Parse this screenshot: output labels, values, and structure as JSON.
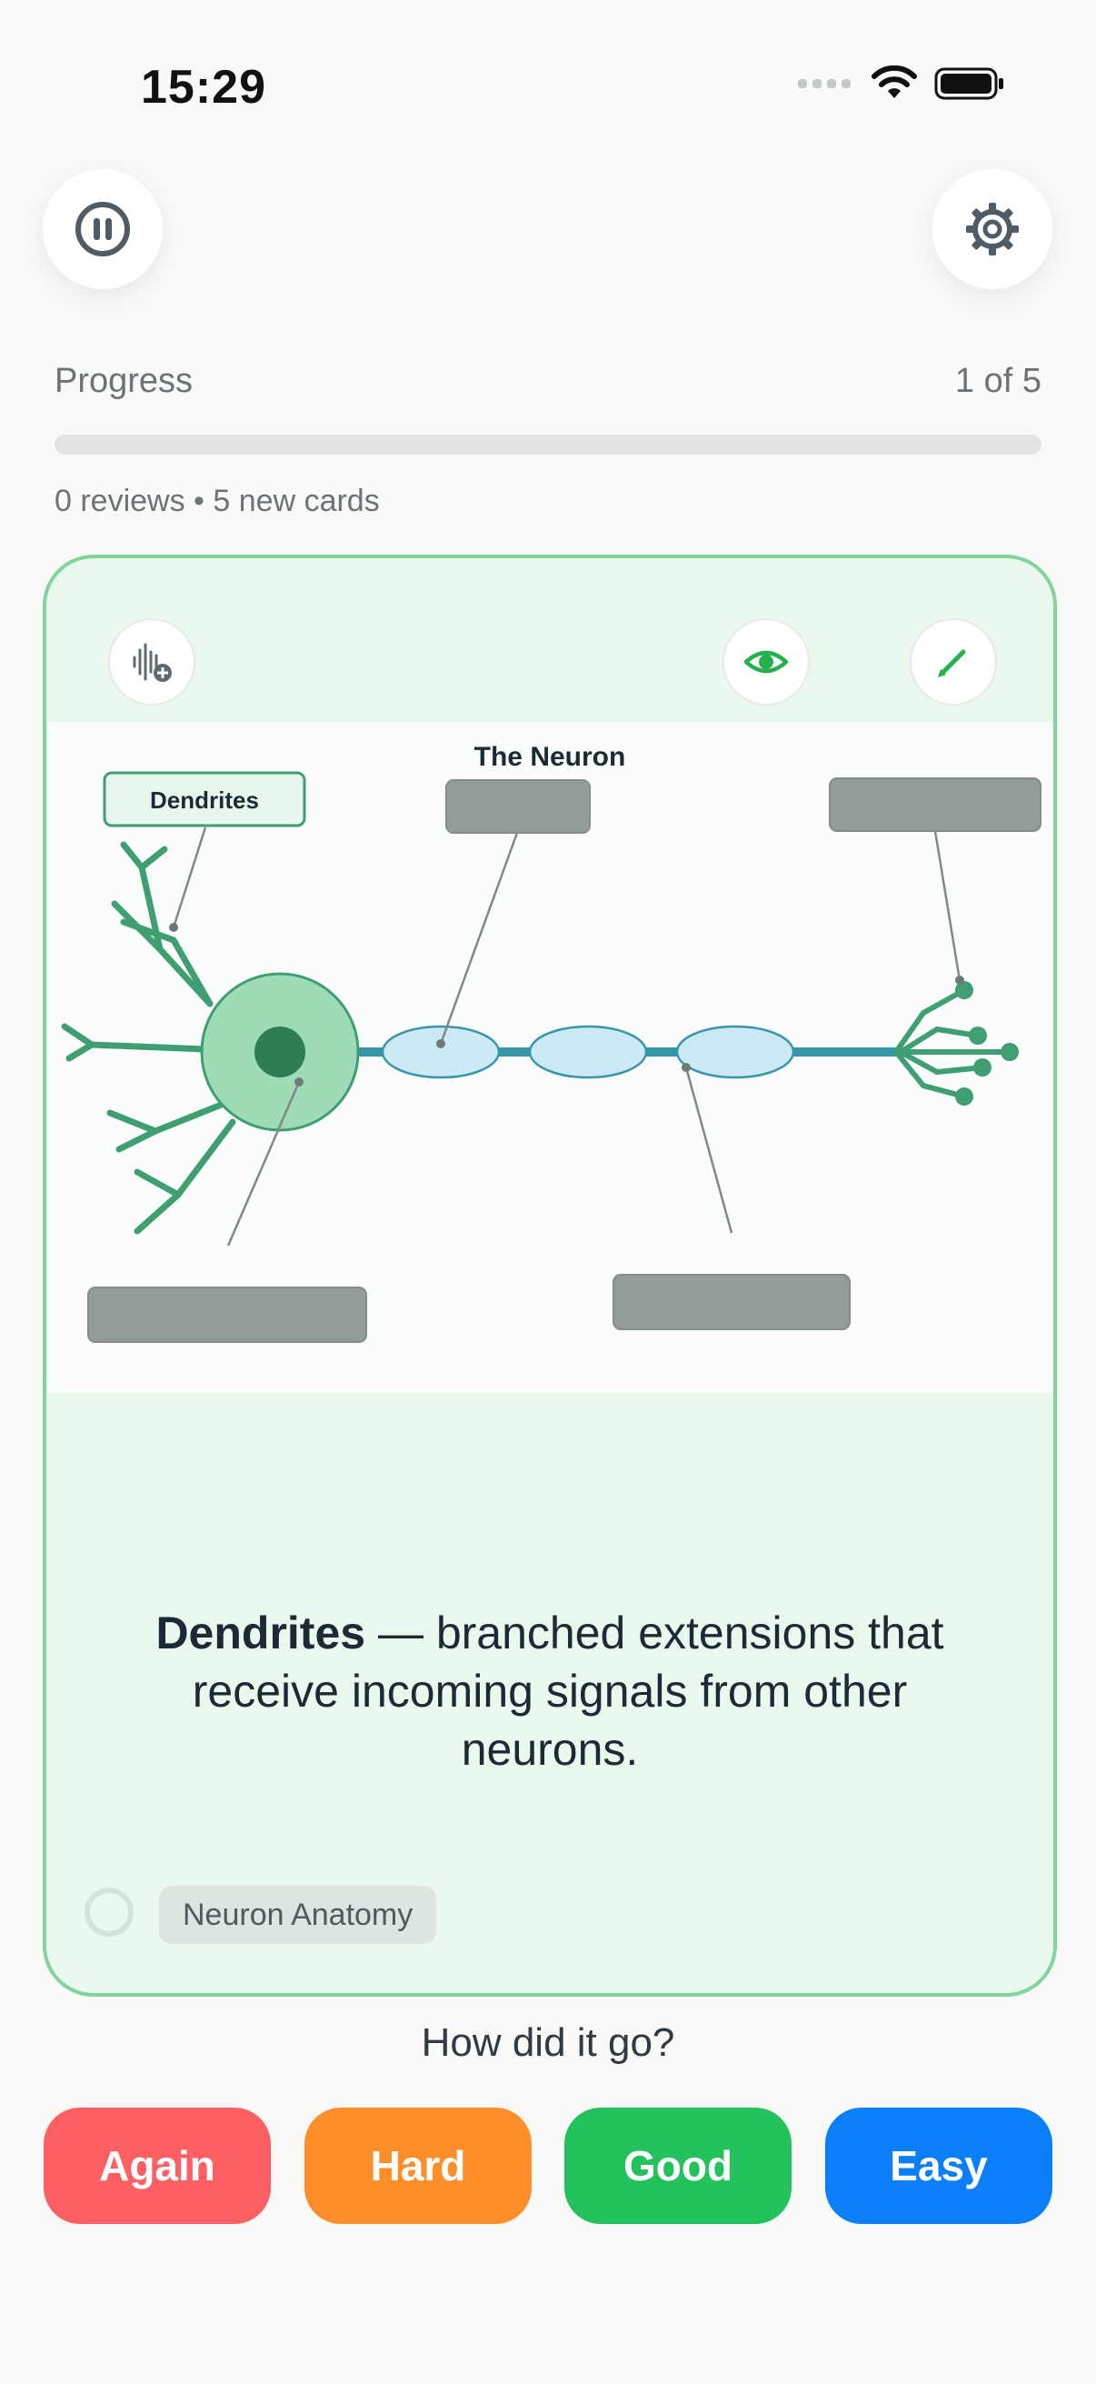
{
  "status_bar": {
    "time": "15:29"
  },
  "progress": {
    "label": "Progress",
    "count": "1 of 5",
    "fraction": 0,
    "stats": "0 reviews • 5 new cards"
  },
  "card": {
    "diagram": {
      "title": "The Neuron",
      "revealed_label": "Dendrites"
    },
    "answer": {
      "term": "Dendrites",
      "definition": " — branched extensions that receive incoming signals from other neurons."
    },
    "tag": "Neuron Anatomy"
  },
  "review": {
    "question": "How did it go?",
    "again_label": "Again",
    "hard_label": "Hard",
    "good_label": "Good",
    "easy_label": "Easy"
  },
  "colors": {
    "again": "#fe5f62",
    "hard": "#fe8e2a",
    "good": "#23c25c",
    "easy": "#0b7ff8",
    "card_border": "#7fd59c",
    "accent_green": "#23b14d"
  },
  "icons": {
    "pause": "pause-icon",
    "settings": "gear-icon",
    "audio": "add-audio-icon",
    "reveal": "eye-icon",
    "edit": "pencil-icon"
  }
}
